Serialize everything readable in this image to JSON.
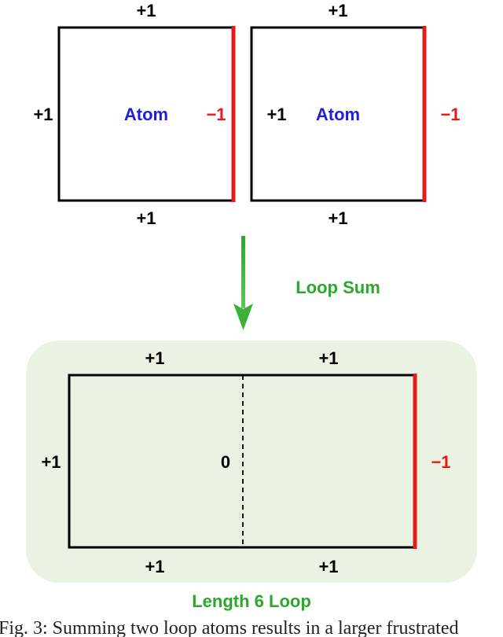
{
  "colors": {
    "edge": "#000000",
    "frustrated_edge": "#e51b1b",
    "atom_label": "#1f1fd6",
    "arrow": "#2aa82a",
    "green_text": "#2aa82a",
    "panel_bg": "#eaf3e3"
  },
  "atom_left": {
    "name": "Atom",
    "top": "+1",
    "left": "+1",
    "right": "−1",
    "bottom": "+1"
  },
  "atom_right": {
    "name": "Atom",
    "top": "+1",
    "left": "+1",
    "right": "−1",
    "bottom": "+1"
  },
  "arrow_label": "Loop Sum",
  "result": {
    "top_left": "+1",
    "top_right": "+1",
    "left": "+1",
    "middle": "0",
    "right": "−1",
    "bottom_left": "+1",
    "bottom_right": "+1",
    "caption": "Length 6 Loop"
  },
  "figure_caption": "Fig. 3: Summing two loop atoms results in a larger frustrated"
}
